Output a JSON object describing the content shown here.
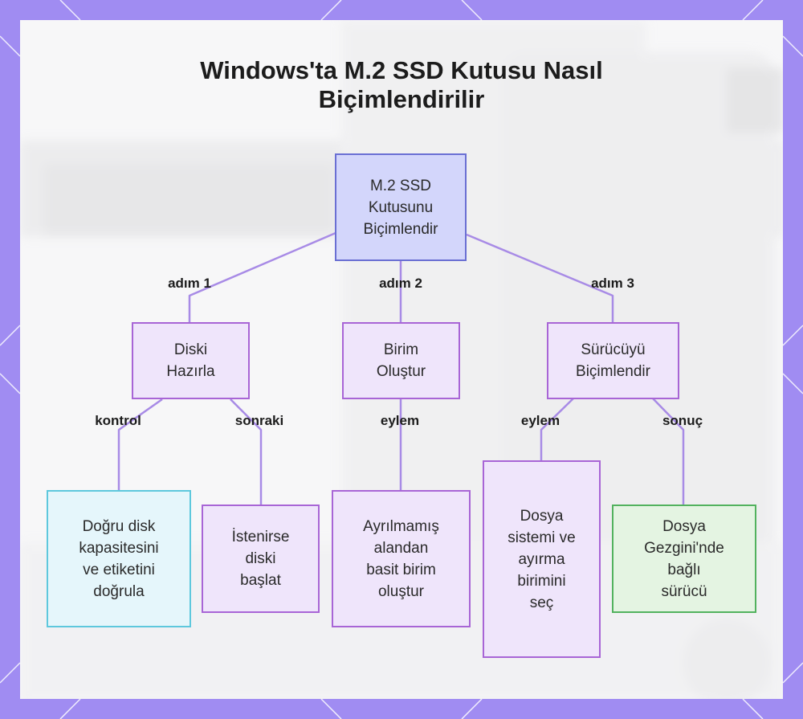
{
  "title_lines": [
    "Windows'ta M.2 SSD Kutusu Nasıl",
    "Biçimlendirilir"
  ],
  "nodes": {
    "root": "M.2 SSD\nKutusunu\nBiçimlendir",
    "prepare": "Diski\nHazırla",
    "create_volume": "Birim\nOluştur",
    "format_drive": "Sürücüyü\nBiçimlendir",
    "verify": "Doğru disk\nkapasitesini\nve etiketini\ndoğrula",
    "initialize": "İstenirse\ndiski\nbaşlat",
    "simple_volume": "Ayrılmamış\nalandan\nbasit birim\noluştur",
    "select_fs": "Dosya\nsistemi ve\nayırma\nbirimini\nseç",
    "mounted": "Dosya\nGezgini'nde\nbağlı\nsürücü"
  },
  "edge_labels": {
    "step1": "adım 1",
    "step2": "adım 2",
    "step3": "adım 3",
    "check": "kontrol",
    "next": "sonraki",
    "action_a": "eylem",
    "action_b": "eylem",
    "result": "sonuç"
  },
  "colors": {
    "frame": "#a08cf2",
    "edge": "#a88be6",
    "root_fill": "#d3d6fb",
    "root_border": "#6a6fd3",
    "purple_fill": "#efe5fb",
    "purple_border": "#a865d6",
    "cyan_border": "#5ec8dd",
    "green_border": "#52b25e"
  }
}
